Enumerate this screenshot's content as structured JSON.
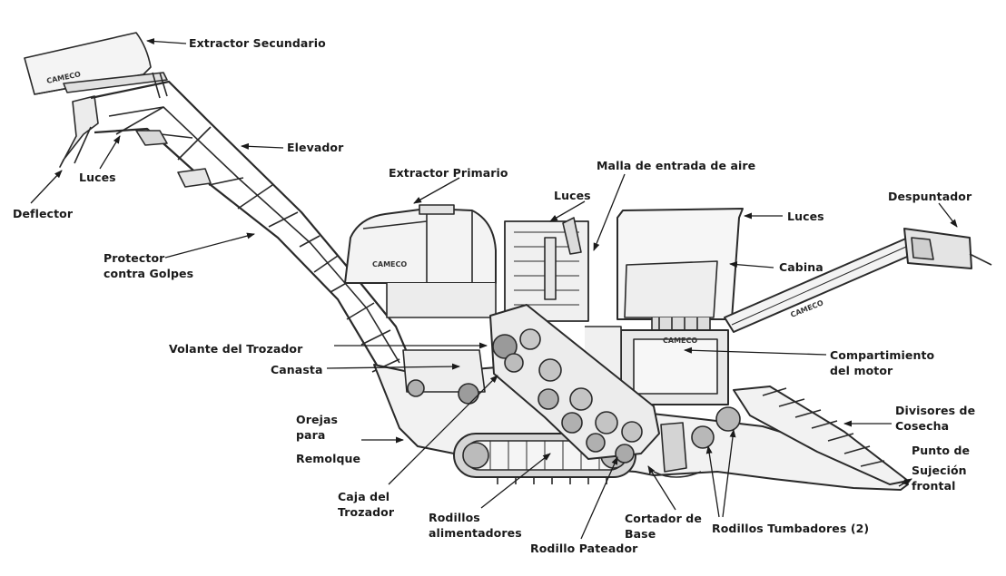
{
  "labels": {
    "extractor_secundario": "Extractor Secundario",
    "elevador": "Elevador",
    "luces_1": "Luces",
    "deflector": "Deflector",
    "extractor_primario": "Extractor Primario",
    "malla": "Malla de entrada de aire",
    "luces_2": "Luces",
    "luces_3": "Luces",
    "despuntador": "Despuntador",
    "protector_1": "Protector",
    "protector_2": "contra Golpes",
    "cabina": "Cabina",
    "volante": "Volante del Trozador",
    "canasta": "Canasta",
    "compartimiento_1": "Compartimiento",
    "compartimiento_2": "del motor",
    "divisores_1": "Divisores de",
    "divisores_2": "Cosecha",
    "orejas_1": "Orejas",
    "orejas_2": "para",
    "remolque": "Remolque",
    "punto_1": "Punto de",
    "punto_2": "Sujeción",
    "punto_3": "frontal",
    "caja_1": "Caja del",
    "caja_2": "Trozador",
    "rodillos_alim_1": "Rodillos",
    "rodillos_alim_2": "alimentadores",
    "cortador_1": "Cortador de",
    "cortador_2": "Base",
    "tumbadores": "Rodillos Tumbadores (2)",
    "pateador": "Rodillo Pateador"
  },
  "brand_marks": [
    "CAMECO",
    "CAMECO",
    "CAMECO",
    "CAMECO"
  ]
}
